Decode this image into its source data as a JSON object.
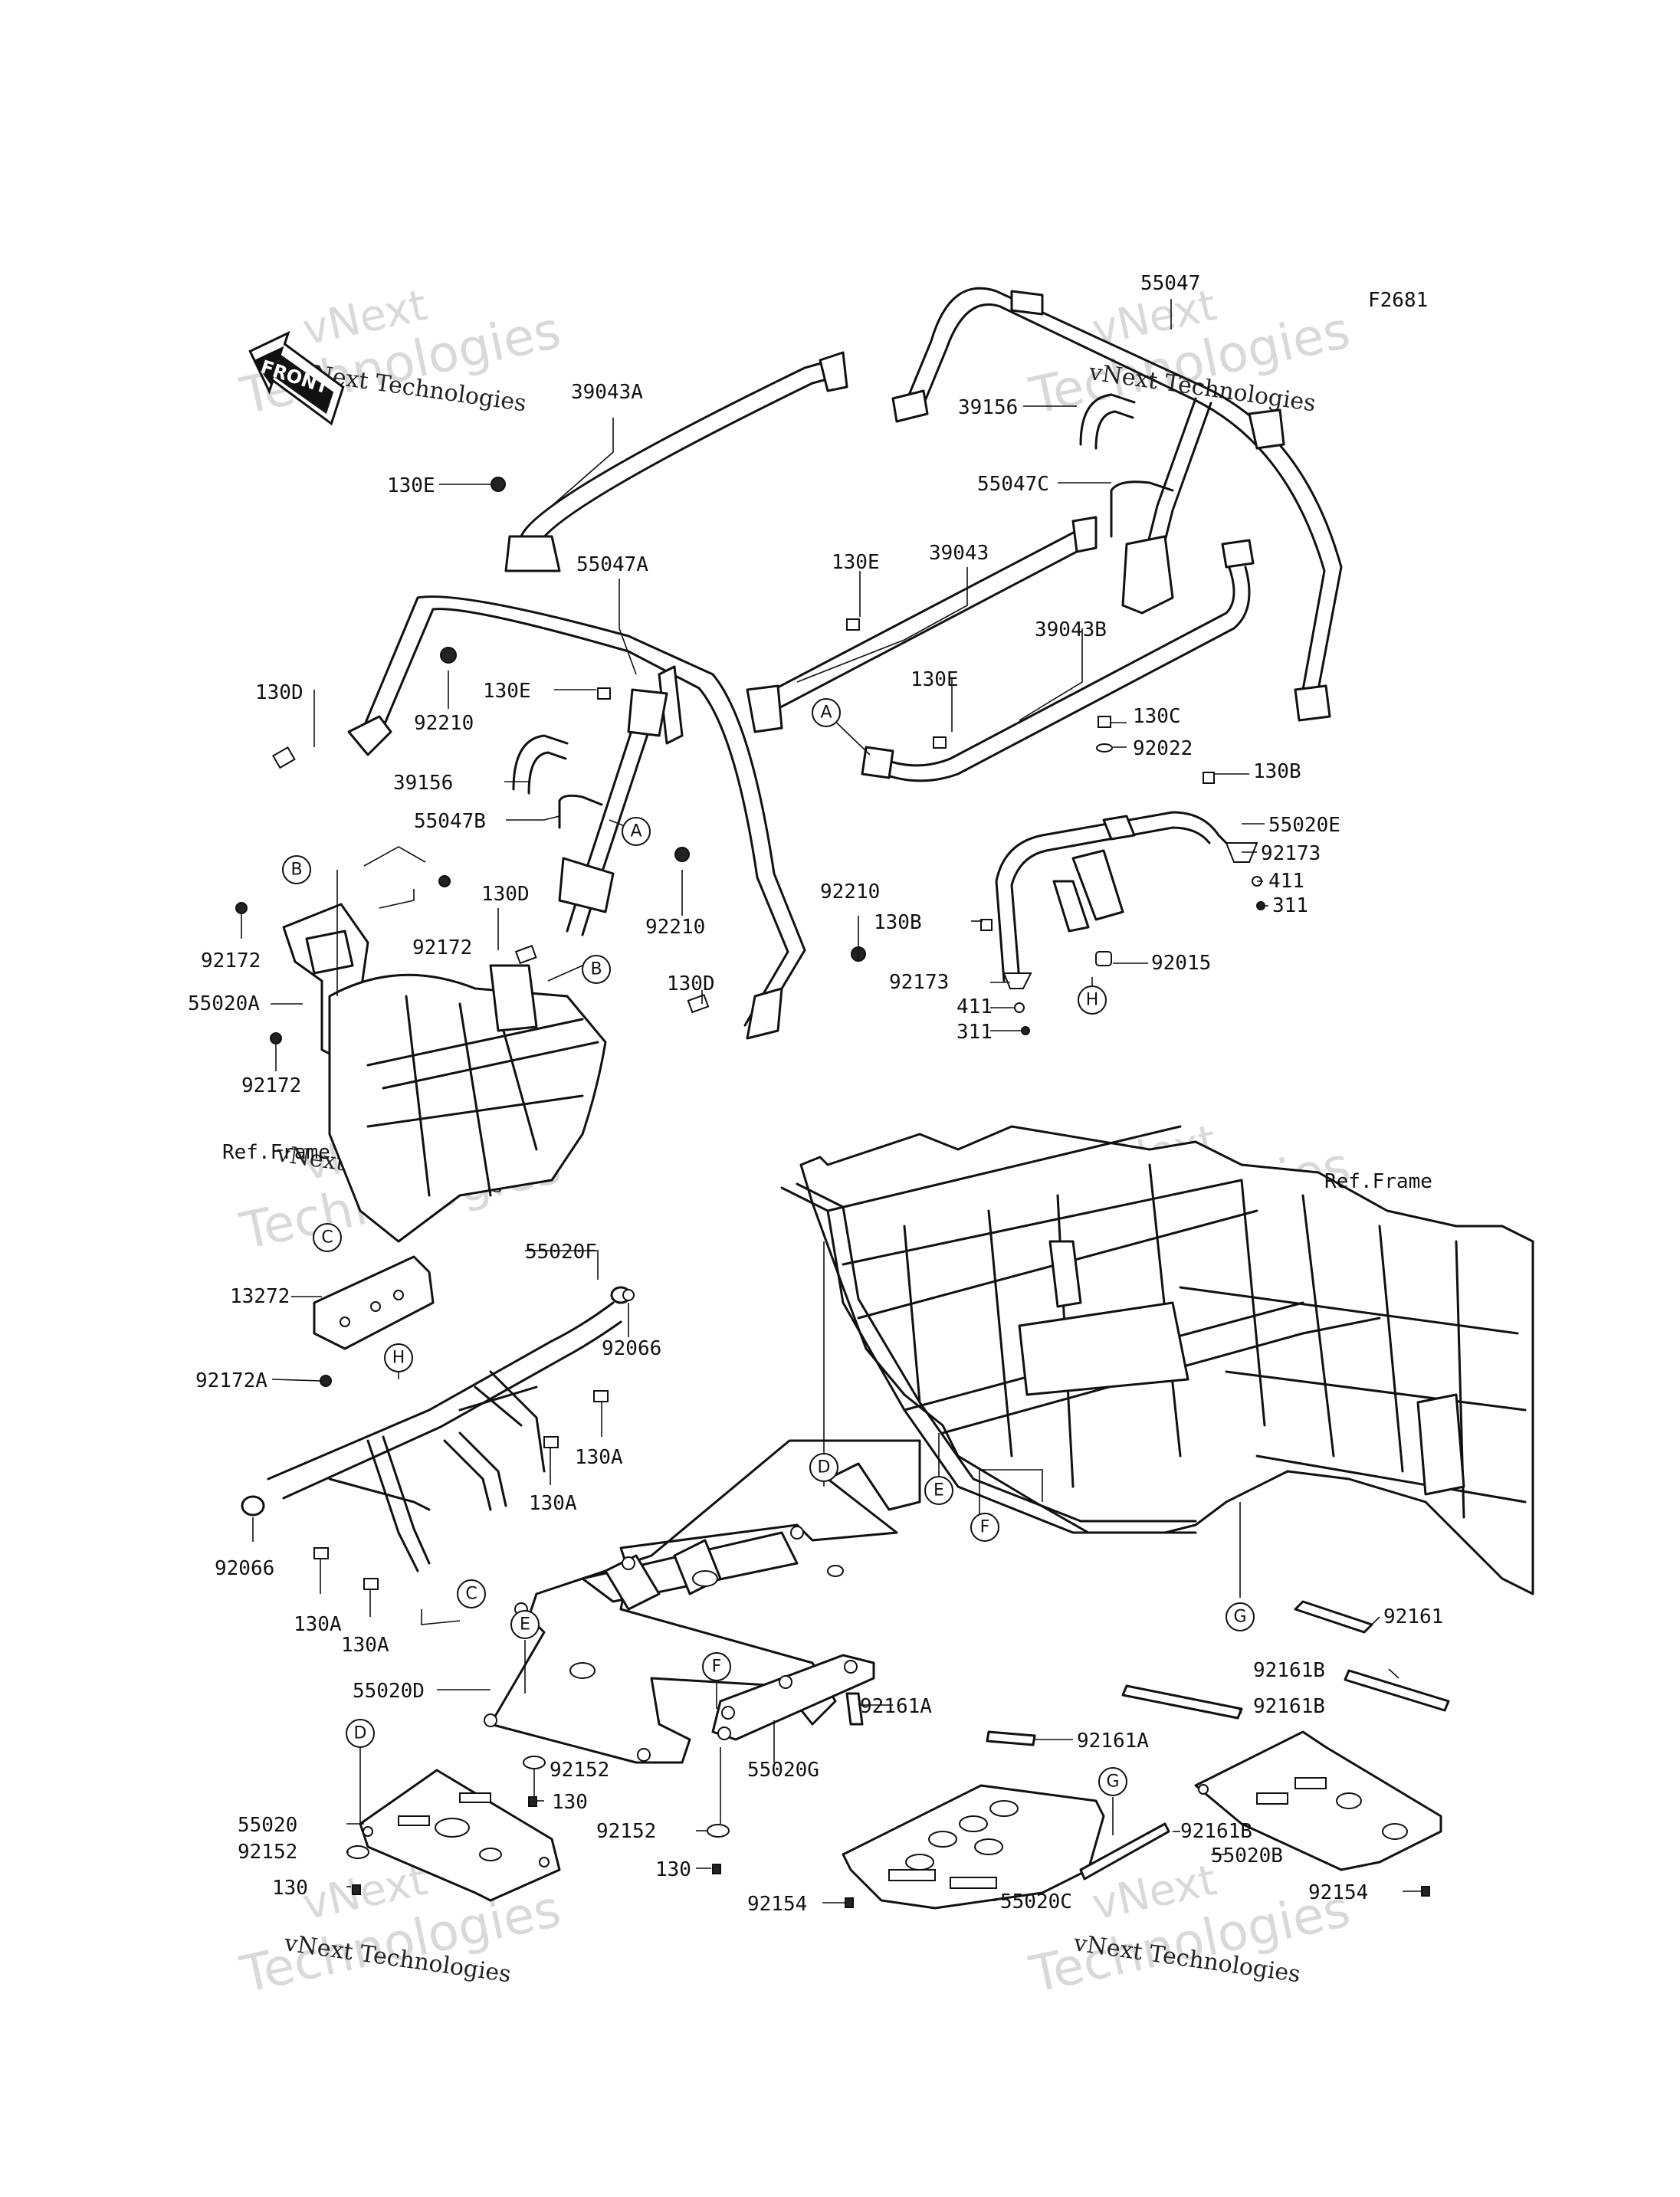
{
  "figure_code": "F2681",
  "front_arrow_label": "FRONT",
  "ref_labels": [
    "Ref.Frame",
    "Ref.Frame"
  ],
  "watermark": {
    "company": "vNext",
    "company_full": "vNext Technologies",
    "word": "Technologies"
  },
  "parts": [
    "39043A",
    "55047",
    "39156",
    "130E",
    "55047C",
    "39043",
    "130E",
    "55047A",
    "39043B",
    "130D",
    "92210",
    "130E",
    "130E",
    "130C",
    "92022",
    "39156",
    "130B",
    "55020E",
    "55047B",
    "92173",
    "411",
    "311",
    "92172",
    "92172",
    "130D",
    "92210",
    "92210",
    "130B",
    "92015",
    "92172",
    "55020A",
    "130D",
    "92173",
    "411",
    "311",
    "92172",
    "13272",
    "55020F",
    "92066",
    "92172A",
    "130A",
    "130A",
    "92066",
    "130A",
    "130A",
    "92161",
    "92161B",
    "55020D",
    "92161A",
    "92161B",
    "92161A",
    "92152",
    "55020G",
    "130",
    "55020",
    "92152",
    "92161B",
    "92152",
    "130",
    "130",
    "55020B",
    "92154",
    "55020C",
    "92154"
  ],
  "callouts": [
    "A",
    "A",
    "A",
    "B",
    "B",
    "C",
    "C",
    "D",
    "D",
    "E",
    "E",
    "F",
    "F",
    "G",
    "G",
    "H",
    "H"
  ]
}
